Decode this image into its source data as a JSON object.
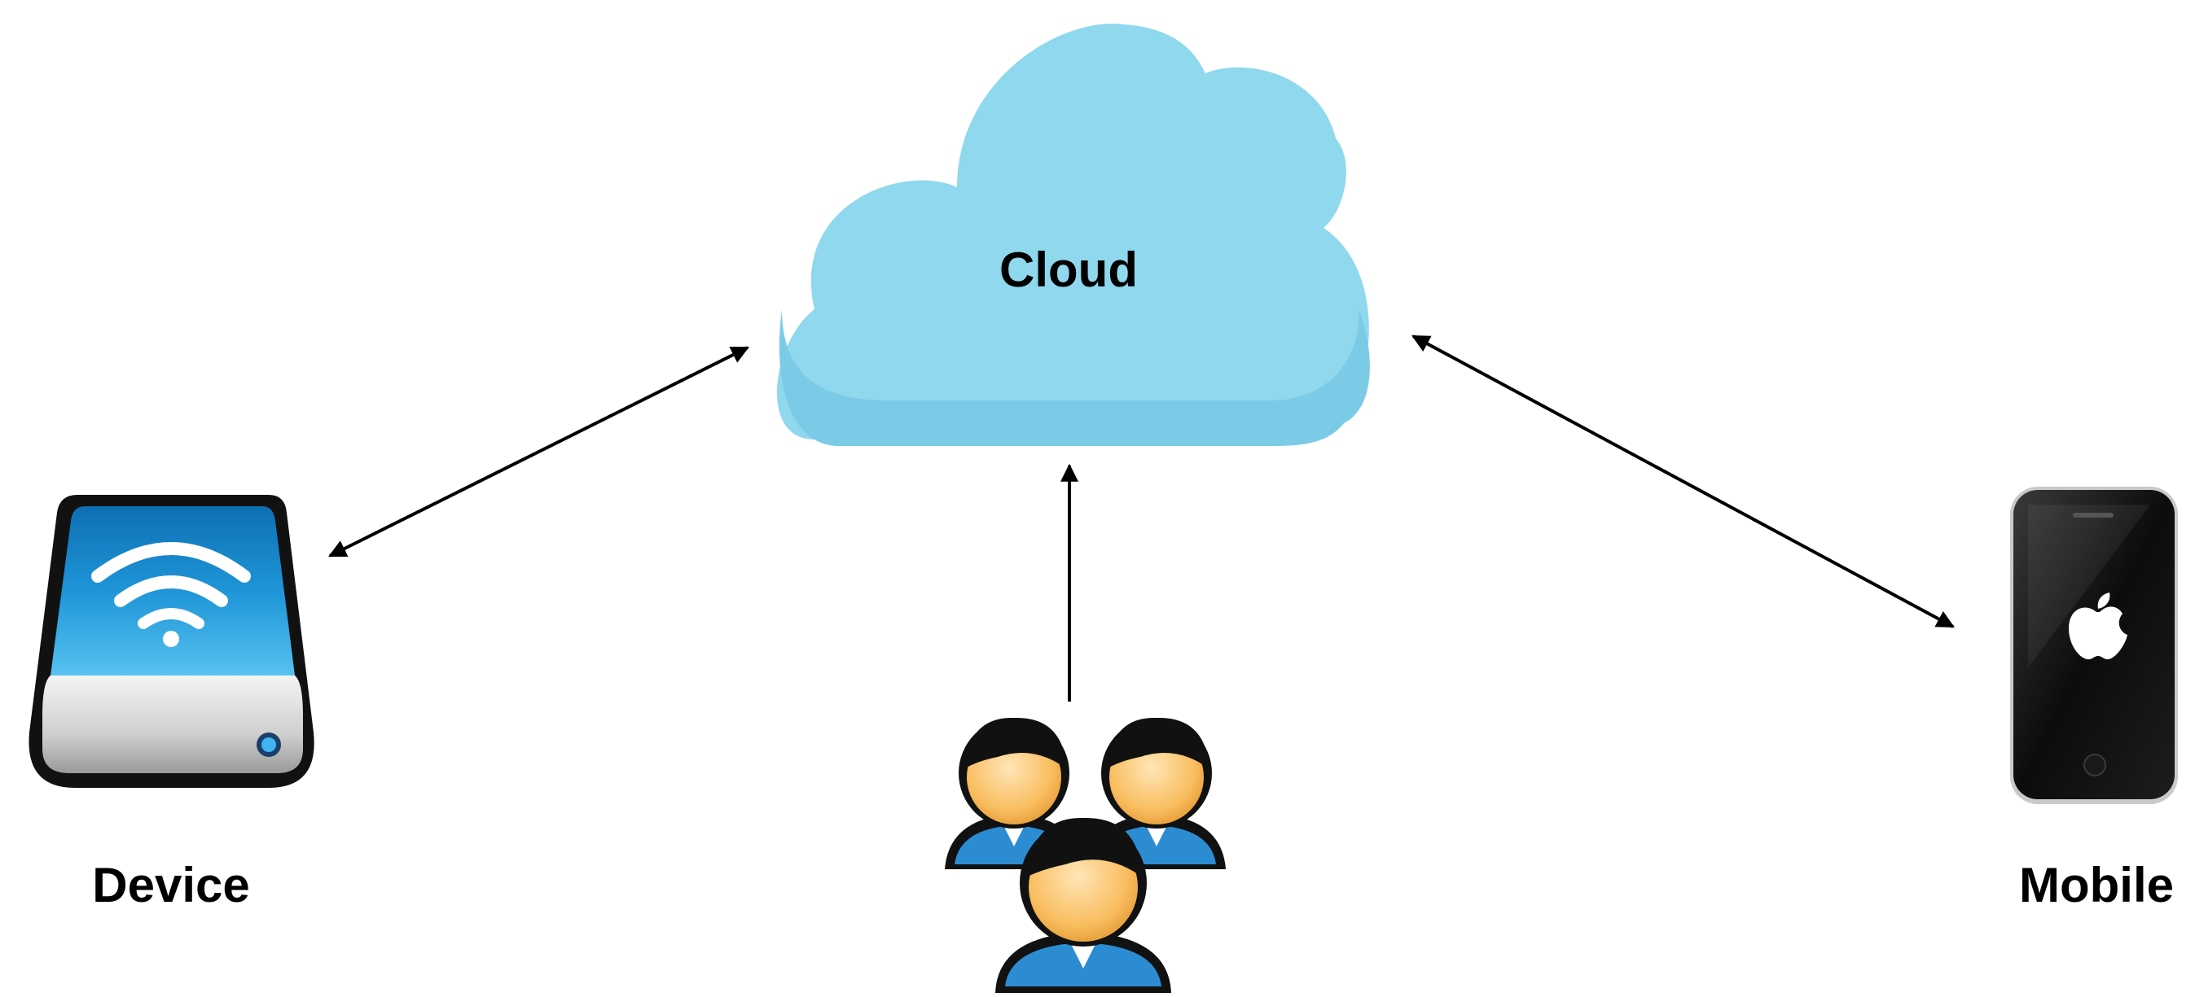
{
  "nodes": {
    "cloud": {
      "label": "Cloud",
      "icon": "cloud-icon",
      "color": "#8fd8ee"
    },
    "device": {
      "label": "Device",
      "icon": "wifi-drive-icon",
      "color": "#1f8fd0"
    },
    "mobile": {
      "label": "Mobile",
      "icon": "smartphone-icon",
      "color": "#111111"
    },
    "users": {
      "icon": "users-group-icon",
      "color": "#f5b247"
    }
  },
  "edges": [
    {
      "from": "device",
      "to": "cloud",
      "direction": "bidirectional"
    },
    {
      "from": "mobile",
      "to": "cloud",
      "direction": "bidirectional"
    },
    {
      "from": "users",
      "to": "cloud",
      "direction": "to"
    }
  ]
}
